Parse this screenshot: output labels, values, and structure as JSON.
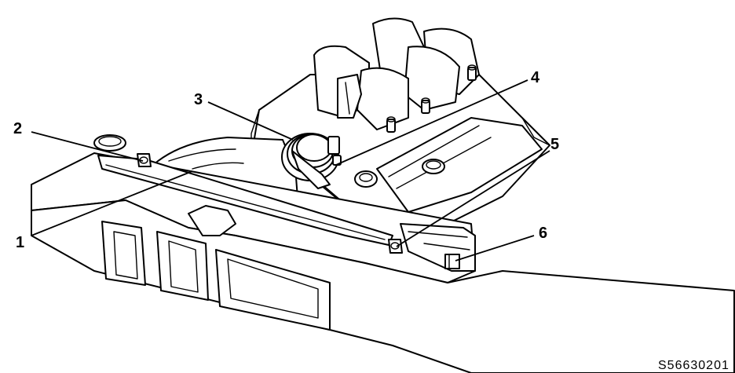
{
  "diagram": {
    "figure_id": "S56630201",
    "callouts": [
      {
        "id": "callout-1",
        "label": "1"
      },
      {
        "id": "callout-2",
        "label": "2"
      },
      {
        "id": "callout-3",
        "label": "3"
      },
      {
        "id": "callout-4",
        "label": "4"
      },
      {
        "id": "callout-5",
        "label": "5"
      },
      {
        "id": "callout-6",
        "label": "6"
      }
    ]
  }
}
